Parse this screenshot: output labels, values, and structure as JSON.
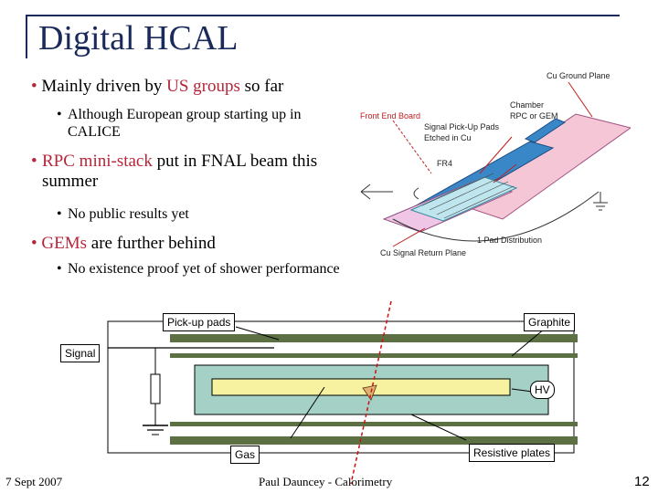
{
  "slide": {
    "title": "Digital HCAL",
    "bullets": [
      {
        "level": 1,
        "pre": "Mainly driven by ",
        "highlight": "US groups",
        "post": " so far"
      },
      {
        "level": 2,
        "text": "Although European group starting up in CALICE"
      },
      {
        "level": 1,
        "pre": "",
        "highlight": "RPC mini-stack",
        "post": " put in FNAL beam this summer"
      },
      {
        "level": 2,
        "text": "No public results yet"
      },
      {
        "level": 1,
        "pre": "",
        "highlight": "GEMs",
        "post": " are further behind"
      },
      {
        "level": 2,
        "text": "No existence proof yet of shower performance"
      }
    ]
  },
  "diagram_top": {
    "labels": {
      "ground_plane": "Cu Ground Plane",
      "front_end_board": "Front End Board",
      "chamber": "Chamber",
      "rpc_or_gem": "RPC or GEM",
      "pickup_pads_1": "Signal Pick-Up Pads",
      "pickup_pads_2": "Etched in Cu",
      "fr4": "FR4",
      "return_plane": "Cu Signal Return Plane",
      "small_label": "1 Pad Distribution"
    },
    "colors": {
      "ground_plane": "#f4c6d6",
      "chamber": "#3a87c8",
      "board": "#f0c6e6",
      "pads": "#bfe6ee"
    }
  },
  "diagram_bottom": {
    "labels": {
      "pickup_pads": "Pick-up pads",
      "graphite": "Graphite",
      "signal": "Signal",
      "hv": "HV",
      "gas": "Gas",
      "resistive_plates": "Resistive plates"
    },
    "colors": {
      "electrode": "#5c7044",
      "glass": "#a4d0c6",
      "gas": "#f6f2a0",
      "track": "#d01010"
    }
  },
  "footer": {
    "date": "7 Sept 2007",
    "center": "Paul Dauncey - Calorimetry",
    "page": "12"
  }
}
